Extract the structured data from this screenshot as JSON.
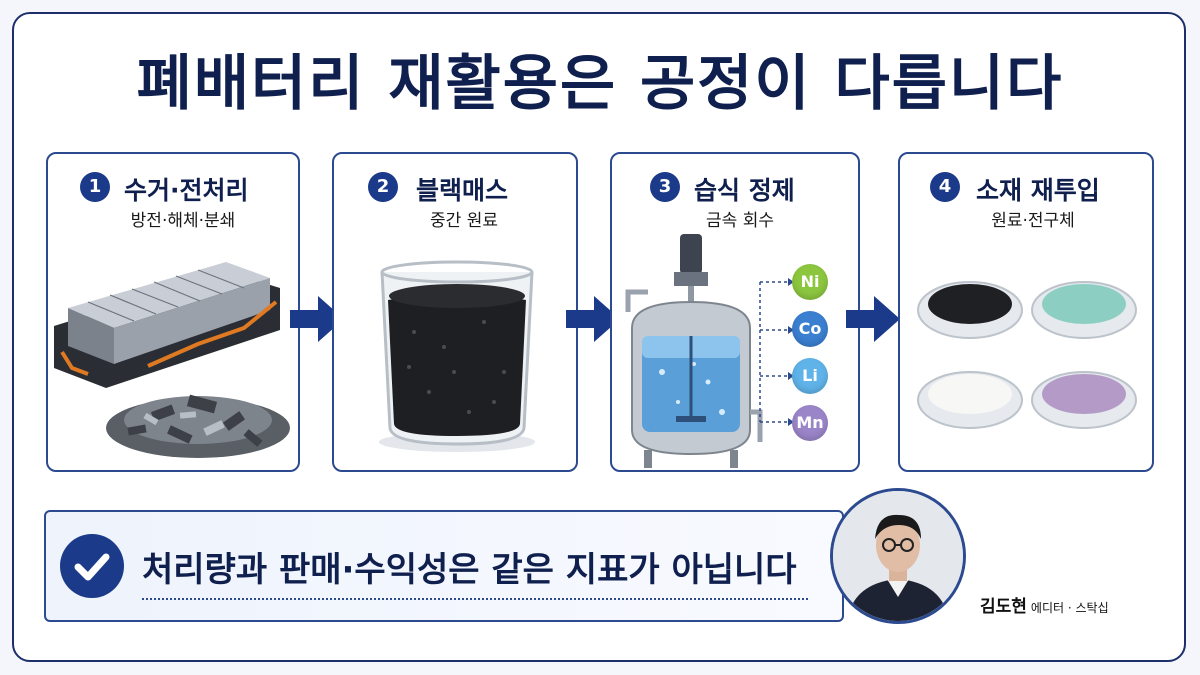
{
  "title": "폐배터리 재활용은 공정이 다릅니다",
  "steps": [
    {
      "num": "1",
      "title": "수거·전처리",
      "subtitle": "방전·해체·분쇄"
    },
    {
      "num": "2",
      "title": "블랙매스",
      "subtitle": "중간 원료"
    },
    {
      "num": "3",
      "title": "습식 정제",
      "subtitle": "금속 회수"
    },
    {
      "num": "4",
      "title": "소재 재투입",
      "subtitle": "원료·전구체"
    }
  ],
  "metals": [
    {
      "symbol": "Ni",
      "color": "#8cc63f"
    },
    {
      "symbol": "Co",
      "color": "#3b7fd1"
    },
    {
      "symbol": "Li",
      "color": "#5fb3e8"
    },
    {
      "symbol": "Mn",
      "color": "#9b85c9"
    }
  ],
  "banner": {
    "text": "처리량과 판매·수익성은 같은 지표가 아닙니다"
  },
  "author": {
    "name": "김도현",
    "role": "에디터 · 스탁십"
  },
  "colors": {
    "navy": "#0f1f4e",
    "accent": "#1b3a8a",
    "border": "#2c4a8f"
  }
}
